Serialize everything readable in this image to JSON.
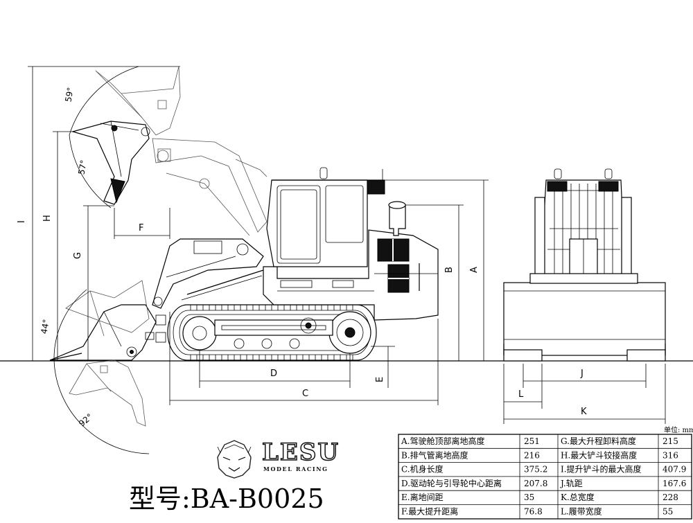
{
  "unit_label": "单位: mm",
  "model": "型号:BA-B0025",
  "brand": {
    "name": "LESU",
    "tagline": "MODEL RACING"
  },
  "angles": [
    "59°",
    "57°",
    "44°",
    "92°"
  ],
  "dim_letters": {
    "A": "A",
    "B": "B",
    "C": "C",
    "D": "D",
    "E": "E",
    "F": "F",
    "G": "G",
    "H": "H",
    "I": "I",
    "J": "J",
    "K": "K",
    "L": "L"
  },
  "specs": [
    {
      "label": "A.驾驶舱顶部离地高度",
      "value": "251"
    },
    {
      "label": "B.排气管离地高度",
      "value": "216"
    },
    {
      "label": "C.机身长度",
      "value": "375.2"
    },
    {
      "label": "D.驱动轮与引导轮中心距离",
      "value": "207.8"
    },
    {
      "label": "E.离地间距",
      "value": "35"
    },
    {
      "label": "F.最大提升距离",
      "value": "76.8"
    },
    {
      "label": "G.最大升程卸料高度",
      "value": "215"
    },
    {
      "label": "H.最大铲斗铰接高度",
      "value": "316"
    },
    {
      "label": "I.提升铲斗的最大高度",
      "value": "407.9"
    },
    {
      "label": "J.轨距",
      "value": "167.6"
    },
    {
      "label": "K.总宽度",
      "value": "228"
    },
    {
      "label": "L.履带宽度",
      "value": "55"
    }
  ]
}
